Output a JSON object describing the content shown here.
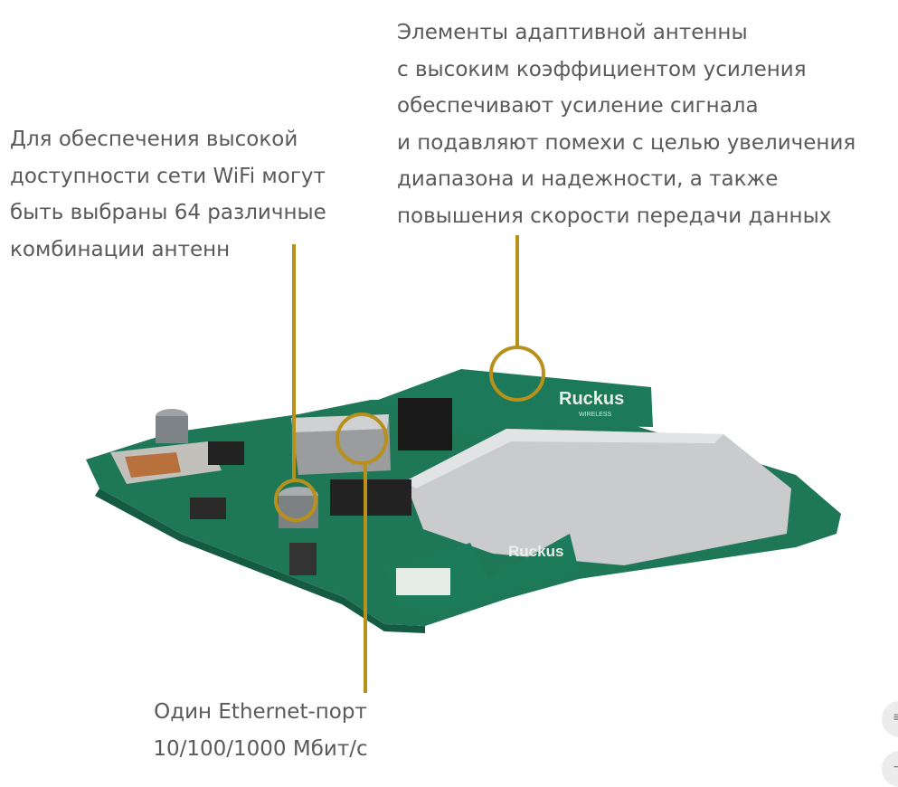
{
  "callouts": {
    "left": {
      "lines": [
        "Для обеспечения высокой",
        "доступности сети WiFi могут",
        "быть выбраны 64 различные",
        "комбинации антенн"
      ]
    },
    "right": {
      "lines": [
        "Элементы адаптивной антенны",
        "с высоким коэффициентом усиления",
        "обеспечивают усиление сигнала",
        "и подавляют помехи с целью увеличения",
        "диапазона и надежности, а также",
        "повышения скорости передачи данных"
      ]
    },
    "bottom": {
      "lines": [
        "Один Ethernet-порт",
        "10/100/1000 Мбит/с"
      ]
    }
  },
  "board": {
    "brand": "Ruckus",
    "brand_sub": "WIRELESS"
  },
  "colors": {
    "accent": "#b8901c",
    "text": "#5a5a5a",
    "pcb": "#1f7a5a",
    "shield": "#c9cbcc"
  }
}
